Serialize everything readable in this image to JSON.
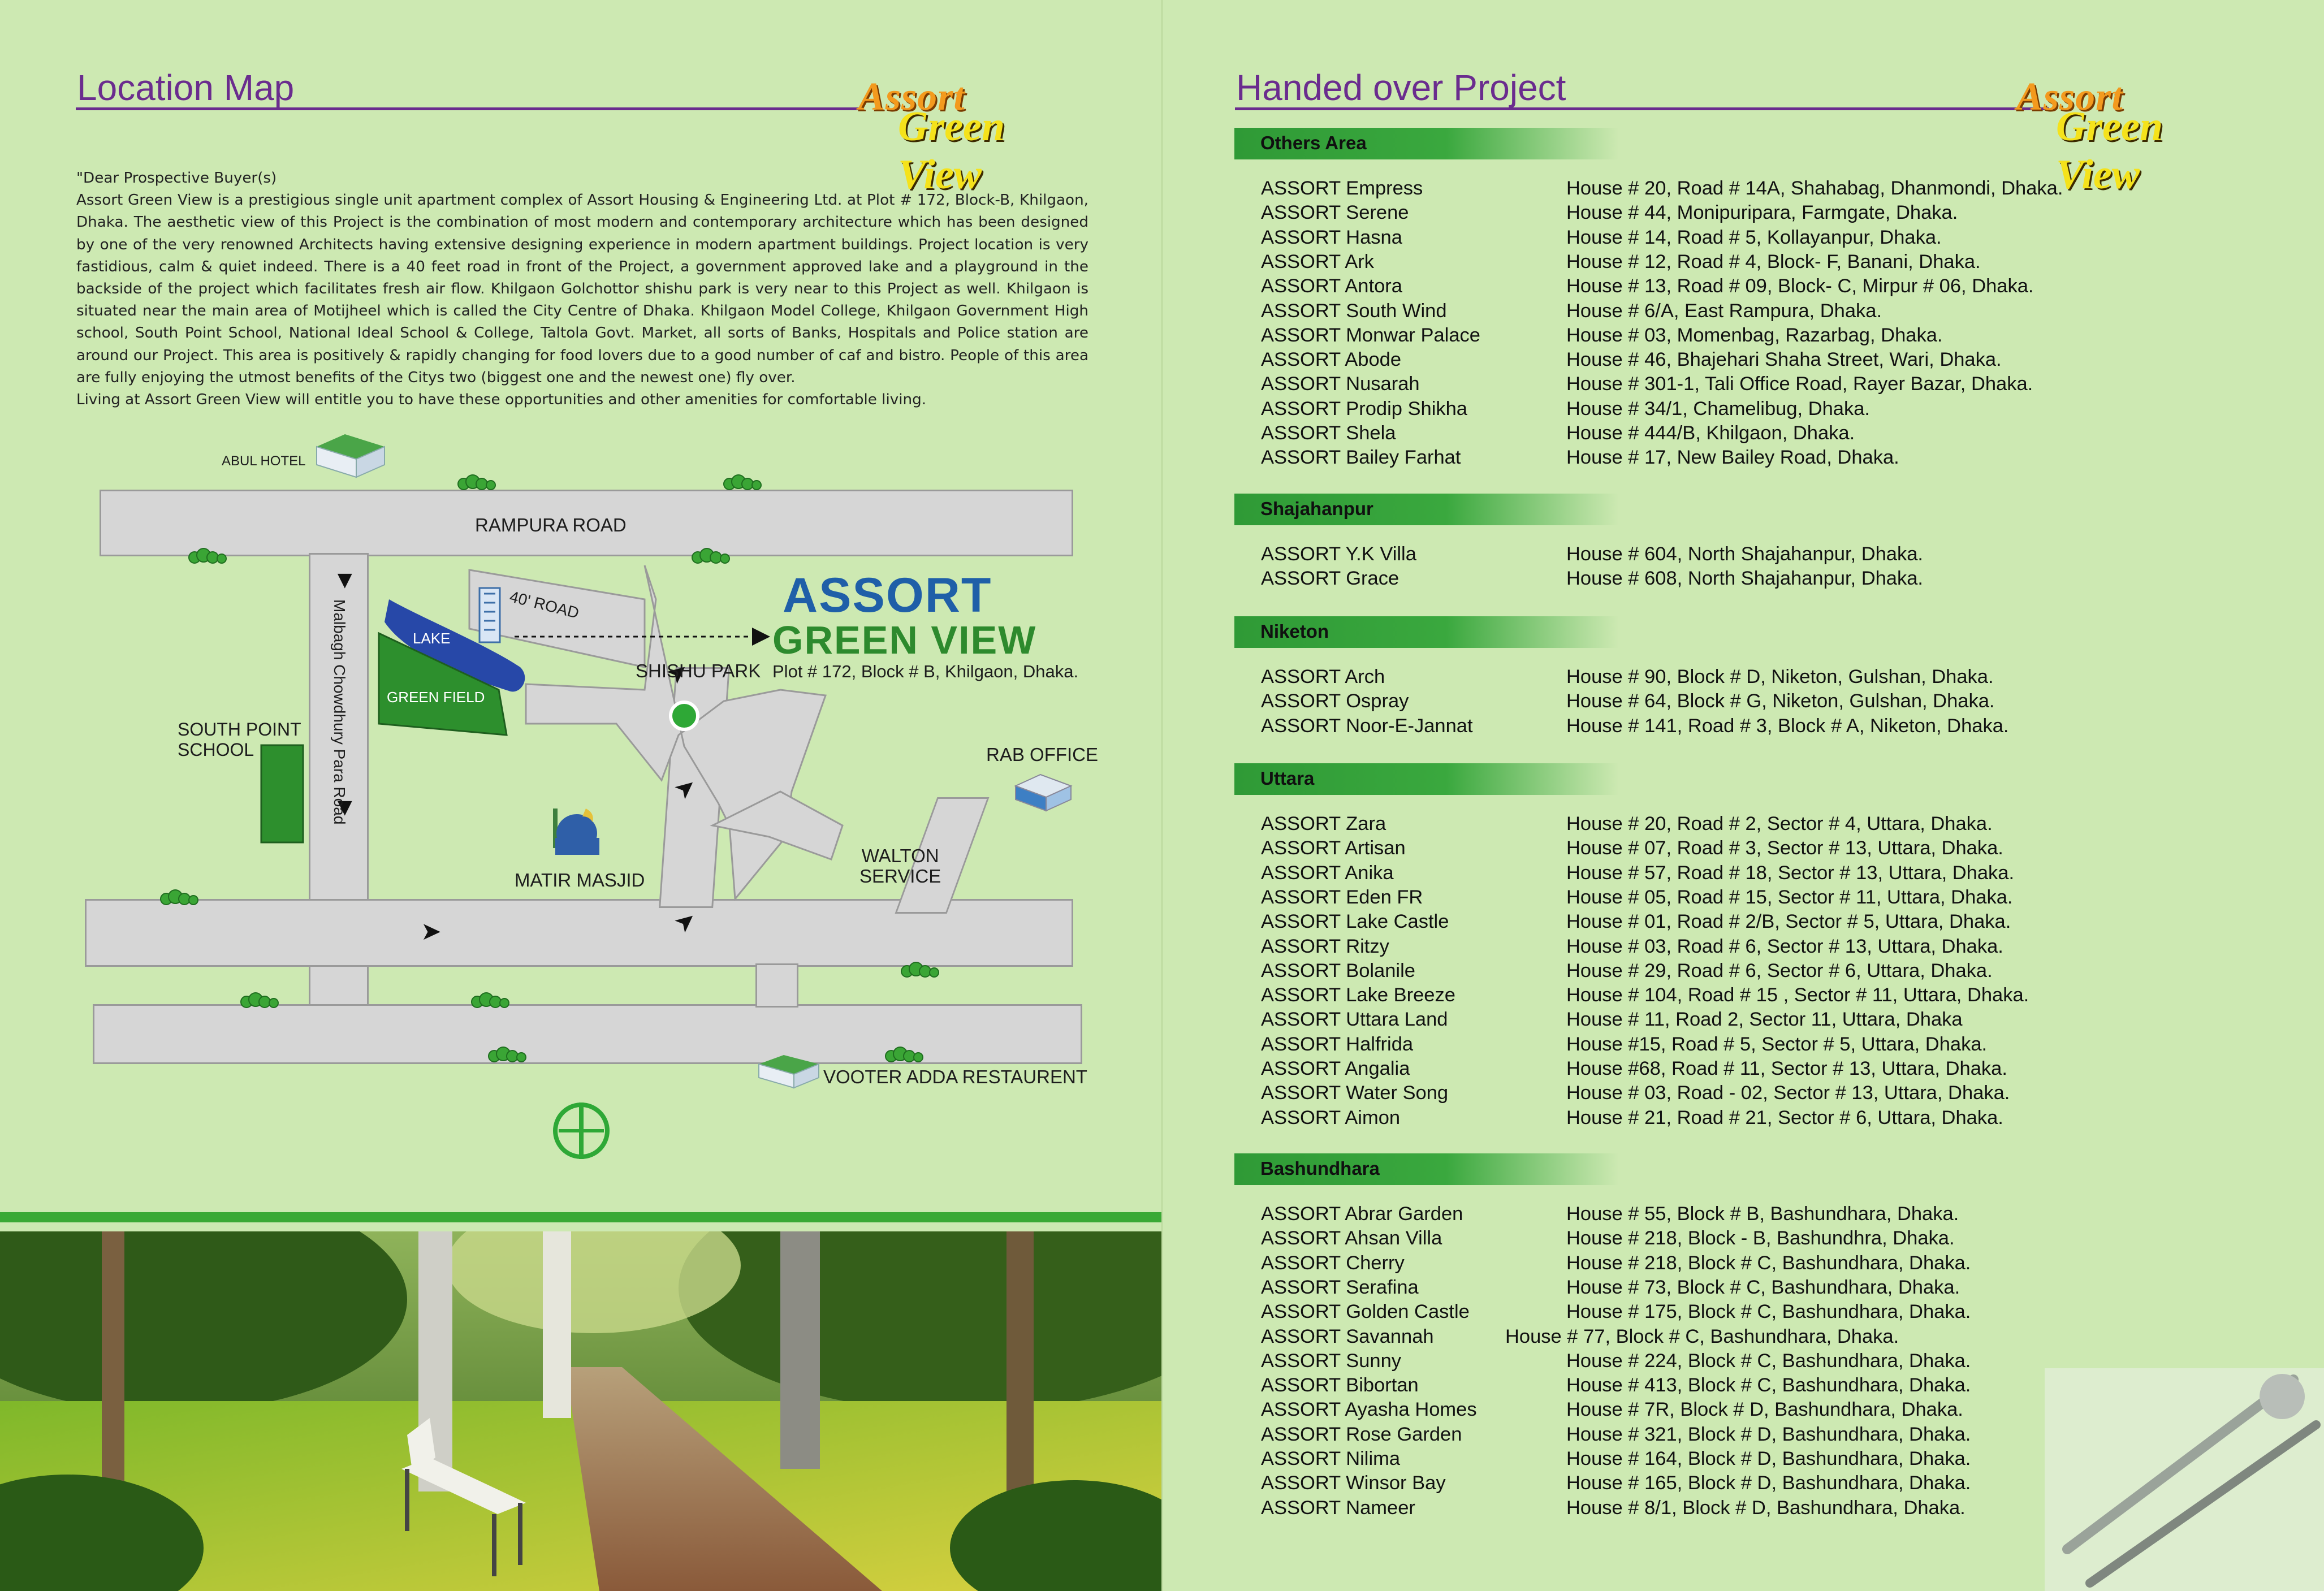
{
  "left_page": {
    "heading": "Location Map",
    "logo": {
      "line1": "Assort",
      "line2": "Green View"
    },
    "intro": [
      "\"Dear Prospective Buyer(s)",
      "Assort Green View is a prestigious single unit apartment complex of Assort Housing & Engineering Ltd. at Plot # 172, Block-B, Khilgaon, Dhaka. The aesthetic view of this Project is the combination of most modern and contemporary architecture which has been designed by one of the very renowned Architects having extensive designing experience in modern apartment buildings. Project location is very fastidious, calm & quiet indeed. There is a 40 feet road in front of the Project, a government approved lake and a playground in the backside of the project which facilitates fresh air flow. Khilgaon Golchottor shishu park is very near to this Project as well. Khilgaon is situated near the main area of Motijheel which is called the City Centre of Dhaka. Khilgaon Model College, Khilgaon Government High school, South Point School, National Ideal School & College, Taltola Govt. Market, all sorts of Banks, Hospitals and Police station are around our Project. This area is positively & rapidly changing for food lovers due to a good number of caf and bistro. People of this area are fully enjoying the utmost benefits of the Citys two (biggest one and the newest one) fly over.",
      "Living at Assort Green View will entitle you to have these opportunities and other amenities for comfortable living."
    ],
    "map": {
      "abul_hotel": "ABUL HOTEL",
      "rampura_road": "RAMPURA ROAD",
      "malbagh_road": "Malbagh Chowdhury Para Road",
      "road_40": "40' ROAD",
      "lake": "LAKE",
      "green_field": "GREEN FIELD",
      "shishu_park": "SHISHU PARK",
      "south_point_1": "SOUTH POINT",
      "south_point_2": "SCHOOL",
      "assort": "ASSORT",
      "green_view": "GREEN VIEW",
      "plot": "Plot # 172, Block # B, Khilgaon, Dhaka.",
      "rab_office": "RAB OFFICE",
      "matir_masjid": "MATIR MASJID",
      "walton_1": "WALTON",
      "walton_2": "SERVICE",
      "vooter_adda": "VOOTER ADDA RESTAURENT"
    }
  },
  "right_page": {
    "heading": "Handed over Project",
    "logo": {
      "line1": "Assort",
      "line2": "Green View"
    },
    "sections": [
      {
        "title": "Others Area",
        "items": [
          {
            "name": "ASSORT Empress",
            "address": "House # 20, Road # 14A, Shahabag, Dhanmondi, Dhaka."
          },
          {
            "name": "ASSORT Serene",
            "address": "House # 44, Monipuripara, Farmgate, Dhaka."
          },
          {
            "name": "ASSORT Hasna",
            "address": "House # 14, Road # 5, Kollayanpur, Dhaka."
          },
          {
            "name": "ASSORT Ark",
            "address": "House # 12, Road # 4, Block- F, Banani, Dhaka."
          },
          {
            "name": "ASSORT Antora",
            "address": "House # 13, Road # 09, Block- C, Mirpur # 06, Dhaka."
          },
          {
            "name": "ASSORT South Wind",
            "address": "House # 6/A, East Rampura, Dhaka."
          },
          {
            "name": "ASSORT Monwar Palace",
            "address": "House # 03, Momenbag, Razarbag, Dhaka."
          },
          {
            "name": "ASSORT Abode",
            "address": "House # 46, Bhajehari Shaha Street, Wari, Dhaka."
          },
          {
            "name": "ASSORT Nusarah",
            "address": "House # 301-1, Tali Office Road, Rayer Bazar, Dhaka."
          },
          {
            "name": "ASSORT Prodip Shikha",
            "address": "House # 34/1, Chamelibug, Dhaka."
          },
          {
            "name": "ASSORT Shela",
            "address": "House # 444/B, Khilgaon, Dhaka."
          },
          {
            "name": "ASSORT Bailey Farhat",
            "address": "House # 17, New Bailey Road, Dhaka."
          }
        ]
      },
      {
        "title": "Shajahanpur",
        "items": [
          {
            "name": "ASSORT Y.K Villa",
            "address": "House # 604, North Shajahanpur, Dhaka."
          },
          {
            "name": "ASSORT Grace",
            "address": "House # 608, North Shajahanpur, Dhaka."
          }
        ]
      },
      {
        "title": "Niketon",
        "items": [
          {
            "name": "ASSORT Arch",
            "address": "House # 90, Block # D, Niketon, Gulshan, Dhaka."
          },
          {
            "name": "ASSORT Ospray",
            "address": "House # 64, Block # G, Niketon, Gulshan, Dhaka."
          },
          {
            "name": "ASSORT Noor-E-Jannat",
            "address": "House # 141, Road # 3, Block # A, Niketon, Dhaka."
          }
        ]
      },
      {
        "title": "Uttara",
        "items": [
          {
            "name": "ASSORT Zara",
            "address": "House # 20, Road # 2, Sector # 4, Uttara, Dhaka."
          },
          {
            "name": "ASSORT Artisan",
            "address": "House # 07, Road # 3, Sector # 13, Uttara, Dhaka."
          },
          {
            "name": "ASSORT Anika",
            "address": "House # 57, Road # 18, Sector # 13, Uttara, Dhaka."
          },
          {
            "name": "ASSORT Eden FR",
            "address": "House # 05, Road # 15, Sector # 11, Uttara, Dhaka."
          },
          {
            "name": "ASSORT Lake Castle",
            "address": "House # 01, Road # 2/B, Sector # 5, Uttara, Dhaka."
          },
          {
            "name": "ASSORT Ritzy",
            "address": "House # 03, Road # 6, Sector # 13, Uttara, Dhaka."
          },
          {
            "name": "ASSORT Bolanile",
            "address": "House # 29, Road # 6, Sector # 6, Uttara, Dhaka."
          },
          {
            "name": "ASSORT Lake Breeze",
            "address": "House # 104, Road # 15 , Sector # 11, Uttara, Dhaka."
          },
          {
            "name": "ASSORT Uttara Land",
            "address": "House # 11, Road 2, Sector 11, Uttara, Dhaka"
          },
          {
            "name": "ASSORT Halfrida",
            "address": "House #15, Road # 5, Sector # 5, Uttara, Dhaka."
          },
          {
            "name": "ASSORT Angalia",
            "address": "House #68, Road # 11, Sector # 13, Uttara, Dhaka."
          },
          {
            "name": "ASSORT Water Song",
            "address": "House # 03, Road - 02, Sector # 13, Uttara, Dhaka."
          },
          {
            "name": "ASSORT Aimon",
            "address": "House # 21, Road # 21, Sector # 6, Uttara, Dhaka."
          }
        ]
      },
      {
        "title": "Bashundhara",
        "items": [
          {
            "name": "ASSORT Abrar Garden",
            "address": "House # 55, Block # B, Bashundhara, Dhaka."
          },
          {
            "name": "ASSORT Ahsan Villa",
            "address": "House # 218, Block - B, Bashundhra, Dhaka."
          },
          {
            "name": "ASSORT Cherry",
            "address": "House # 218, Block # C, Bashundhara, Dhaka."
          },
          {
            "name": "ASSORT Serafina",
            "address": "House # 73, Block # C, Bashundhara, Dhaka."
          },
          {
            "name": "ASSORT Golden Castle",
            "address": "House # 175, Block # C, Bashundhara, Dhaka."
          },
          {
            "name": "ASSORT Savannah",
            "address": "House # 77, Block # C, Bashundhara, Dhaka."
          },
          {
            "name": "ASSORT Sunny",
            "address": "House #  224, Block # C, Bashundhara, Dhaka."
          },
          {
            "name": "ASSORT Bibortan",
            "address": "House # 413, Block # C, Bashundhara, Dhaka."
          },
          {
            "name": "ASSORT Ayasha Homes",
            "address": "House # 7R, Block # D, Bashundhara, Dhaka."
          },
          {
            "name": "ASSORT Rose Garden",
            "address": "House # 321, Block # D, Bashundhara, Dhaka."
          },
          {
            "name": "ASSORT Nilima",
            "address": "House # 164, Block # D, Bashundhara, Dhaka."
          },
          {
            "name": "ASSORT Winsor Bay",
            "address": "House # 165, Block # D, Bashundhara, Dhaka."
          },
          {
            "name": "ASSORT Nameer",
            "address": "House # 8/1, Block # D, Bashundhara, Dhaka."
          }
        ]
      }
    ]
  },
  "icons": [
    "hotel-building-icon",
    "restaurant-building-icon",
    "rab-office-building-icon",
    "apartment-tower-icon",
    "mosque-icon",
    "compass-north-icon",
    "shrub-icon",
    "drafting-compass-icon"
  ],
  "colors": {
    "background": "#cde9b2",
    "heading": "#6a2c8e",
    "section_bar": "#2f9a36",
    "map_road": "#d6d6d6",
    "assort_blue": "#1f5fa8",
    "green_view": "#2d8a2d"
  }
}
